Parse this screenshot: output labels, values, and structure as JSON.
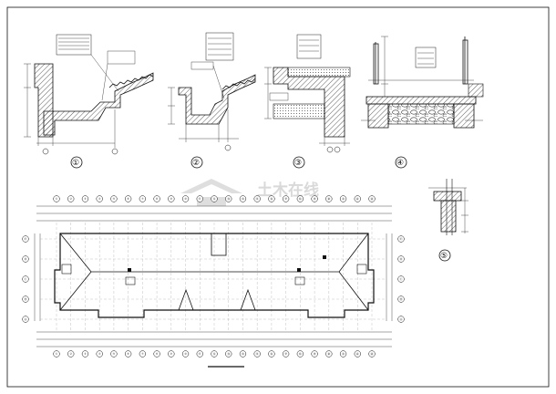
{
  "details": [
    {
      "label": "①"
    },
    {
      "label": "②"
    },
    {
      "label": "③"
    },
    {
      "label": "④"
    },
    {
      "label": "⑤"
    }
  ],
  "plan": {
    "top_axes": [
      "①",
      "②",
      "③",
      "④",
      "⑤",
      "⑥",
      "⑦",
      "⑧",
      "⑨",
      "⑩",
      "⑪",
      "⑫",
      "⑬",
      "⑭",
      "⑮",
      "⑯",
      "⑰",
      "⑱",
      "⑲",
      "⑳",
      "㉑",
      "㉒",
      "㉓"
    ],
    "left_axes": [
      "Ⓔ",
      "Ⓓ",
      "Ⓒ",
      "Ⓑ",
      "Ⓐ"
    ]
  },
  "watermark": {
    "text": "土木在线"
  },
  "colors": {
    "line": "#111111",
    "hatch": "#333333",
    "watermark": "#d9d9d9"
  }
}
